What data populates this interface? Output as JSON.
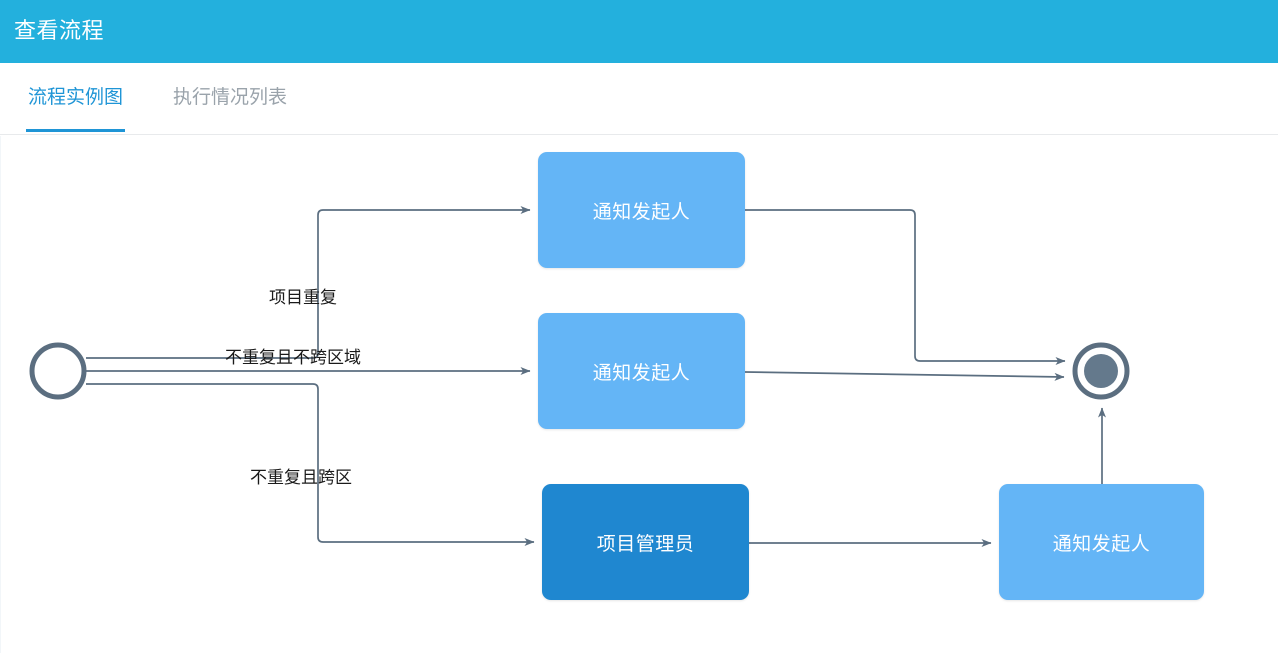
{
  "header": {
    "title": "查看流程",
    "background": "#23b0dd",
    "text_color": "#ffffff"
  },
  "tabs": {
    "active_color": "#1f95d6",
    "inactive_color": "#9aa3ab",
    "items": [
      {
        "id": "diagram",
        "label": "流程实例图",
        "active": true
      },
      {
        "id": "list",
        "label": "执行情况列表",
        "active": false
      }
    ]
  },
  "diagram": {
    "stroke_color": "#5b6e80",
    "node_light_color": "#64b5f6",
    "node_dark_color": "#1f87d0",
    "nodes": [
      {
        "id": "start",
        "type": "start-event",
        "label": ""
      },
      {
        "id": "notify-top",
        "type": "task",
        "label": "通知发起人",
        "style": "light"
      },
      {
        "id": "notify-mid",
        "type": "task",
        "label": "通知发起人",
        "style": "light"
      },
      {
        "id": "project-manager",
        "type": "task",
        "label": "项目管理员",
        "style": "dark"
      },
      {
        "id": "notify-bottom",
        "type": "task",
        "label": "通知发起人",
        "style": "light"
      },
      {
        "id": "end",
        "type": "end-event",
        "label": ""
      }
    ],
    "edge_labels": [
      {
        "id": "duplicate",
        "label": "项目重复"
      },
      {
        "id": "no-duplicate-no-cross",
        "label": "不重复且不跨区域"
      },
      {
        "id": "no-duplicate-cross",
        "label": "不重复且跨区"
      }
    ]
  }
}
